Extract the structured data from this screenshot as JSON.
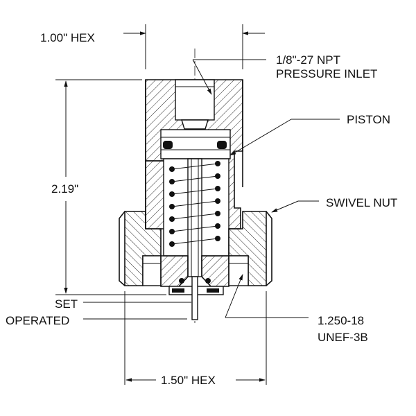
{
  "labels": {
    "hex_top": "1.00\" HEX",
    "inlet_line1": "1/8\"-27 NPT",
    "inlet_line2": "PRESSURE INLET",
    "piston": "PISTON",
    "height": "2.19\"",
    "swivel_nut": "SWIVEL NUT",
    "set": "SET",
    "operated": "OPERATED",
    "thread_line1": "1.250-18",
    "thread_line2": "UNEF-3B",
    "hex_bottom": "1.50\" HEX"
  },
  "colors": {
    "ink": "#111111",
    "paper": "#ffffff"
  }
}
